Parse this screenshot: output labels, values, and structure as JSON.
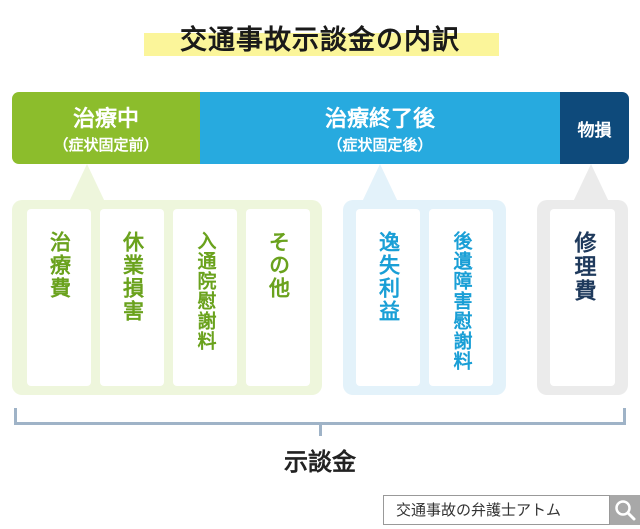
{
  "title": "交通事故示談金の内訳",
  "phases": {
    "treating": {
      "label": "治療中",
      "sub": "（症状固定前）"
    },
    "after": {
      "label": "治療終了後",
      "sub": "（症状固定後）"
    },
    "property": {
      "label": "物損"
    }
  },
  "items": {
    "treating": [
      "治療費",
      "休業損害",
      "入通院慰謝料",
      "その他"
    ],
    "after": [
      "逸失利益",
      "後遺障害慰謝料"
    ],
    "property": [
      "修理費"
    ]
  },
  "total": "示談金",
  "footer": {
    "label": "交通事故の弁護士アトム"
  },
  "colors": {
    "green": "#8cbd2c",
    "blue": "#27aadf",
    "navy": "#0e4a7b"
  }
}
